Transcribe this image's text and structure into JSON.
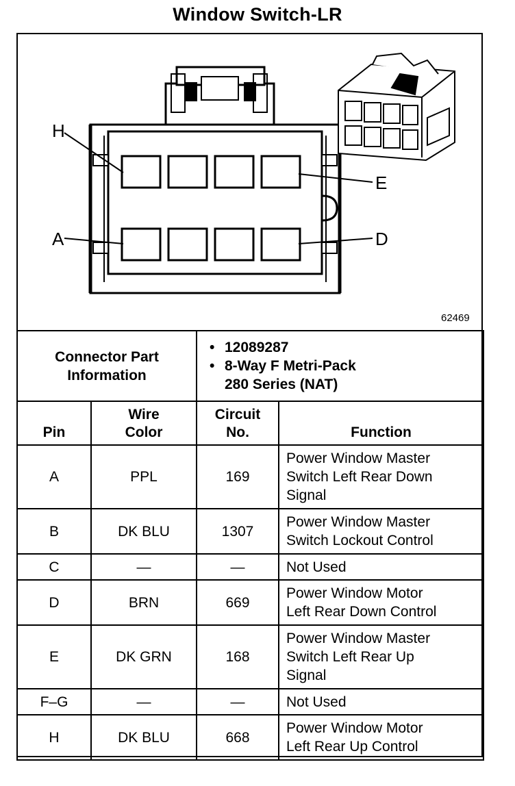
{
  "title": "Window Switch-LR",
  "diagram": {
    "figure_number": "62469",
    "pin_labels": {
      "h": "H",
      "e": "E",
      "a": "A",
      "d": "D"
    }
  },
  "connector_info": {
    "label_line1": "Connector Part",
    "label_line2": "Information",
    "part_number": "12089287",
    "description_line1": "8-Way F Metri-Pack",
    "description_line2": "280 Series (NAT)"
  },
  "table": {
    "headers": {
      "pin": "Pin",
      "wire_line1": "Wire",
      "wire_line2": "Color",
      "circuit_line1": "Circuit",
      "circuit_line2": "No.",
      "function": "Function"
    },
    "rows": [
      {
        "pin": "A",
        "wire": "PPL",
        "circuit": "169",
        "func": [
          "Power Window Master",
          "Switch Left Rear Down",
          "Signal"
        ]
      },
      {
        "pin": "B",
        "wire": "DK BLU",
        "circuit": "1307",
        "func": [
          "Power Window Master",
          "Switch Lockout Control"
        ]
      },
      {
        "pin": "C",
        "wire": "—",
        "circuit": "—",
        "func": [
          "Not Used"
        ]
      },
      {
        "pin": "D",
        "wire": "BRN",
        "circuit": "669",
        "func": [
          "Power Window Motor",
          "Left Rear Down Control"
        ]
      },
      {
        "pin": "E",
        "wire": "DK GRN",
        "circuit": "168",
        "func": [
          "Power Window Master",
          "Switch Left Rear Up",
          "Signal"
        ]
      },
      {
        "pin": "F–G",
        "wire": "—",
        "circuit": "—",
        "func": [
          "Not Used"
        ]
      },
      {
        "pin": "H",
        "wire": "DK BLU",
        "circuit": "668",
        "func": [
          "Power Window Motor",
          "Left Rear Up Control"
        ]
      }
    ]
  }
}
